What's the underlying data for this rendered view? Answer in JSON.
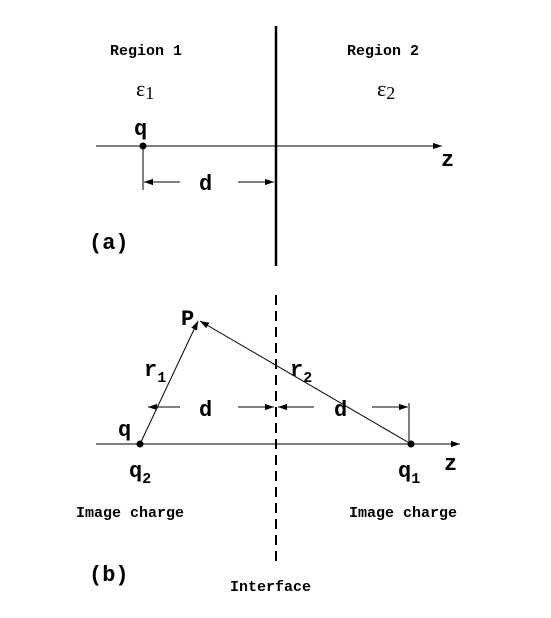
{
  "panel_a": {
    "label": "(a)",
    "region1": {
      "title": "Region 1",
      "eps_sym": "ε",
      "eps_sub": "1"
    },
    "region2": {
      "title": "Region 2",
      "eps_sym": "ε",
      "eps_sub": "2"
    },
    "charge": "q",
    "distance": "d",
    "axis": "z"
  },
  "panel_b": {
    "label": "(b)",
    "point": "P",
    "r1": {
      "sym": "r",
      "sub": "1"
    },
    "r2": {
      "sym": "r",
      "sub": "2"
    },
    "charge": "q",
    "distance_left": "d",
    "distance_right": "d",
    "axis": "z",
    "q2": {
      "sym": "q",
      "sub": "2"
    },
    "q1": {
      "sym": "q",
      "sub": "1"
    },
    "image_left": "Image charge",
    "image_right": "Image charge",
    "interface": "Interface"
  }
}
